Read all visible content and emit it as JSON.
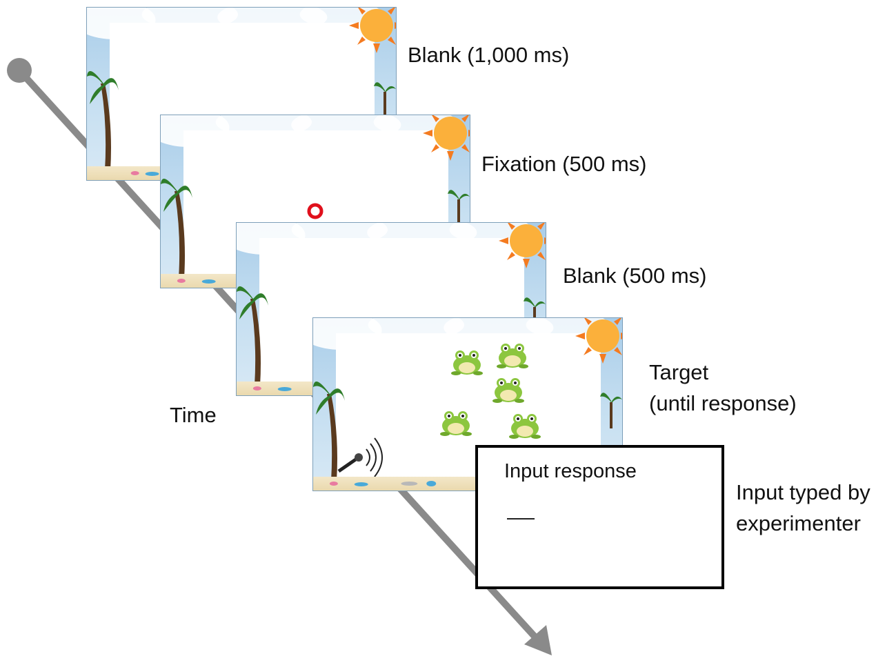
{
  "timeline": {
    "label": "Time"
  },
  "frames": [
    {
      "label": "Blank (1,000 ms)",
      "content": "blank"
    },
    {
      "label": "Fixation (500 ms)",
      "content": "fixation"
    },
    {
      "label": "Blank (500 ms)",
      "content": "blank"
    },
    {
      "label_line1": "Target",
      "label_line2": "(until response)",
      "content": "target",
      "frog_count": 5
    }
  ],
  "input_box": {
    "title": "Input response",
    "side_label_line1": "Input typed by",
    "side_label_line2": "experimenter"
  },
  "colors": {
    "arrow": "#8a8a8a",
    "fixation": "#e0101c",
    "frog": "#8cc63f",
    "sun": "#f7a21b",
    "sky": "#a9cde9"
  },
  "icons": [
    "sun-icon",
    "palm-tree-icon",
    "cloud-icon",
    "fixation-circle-icon",
    "frog-icon",
    "microphone-icon"
  ]
}
